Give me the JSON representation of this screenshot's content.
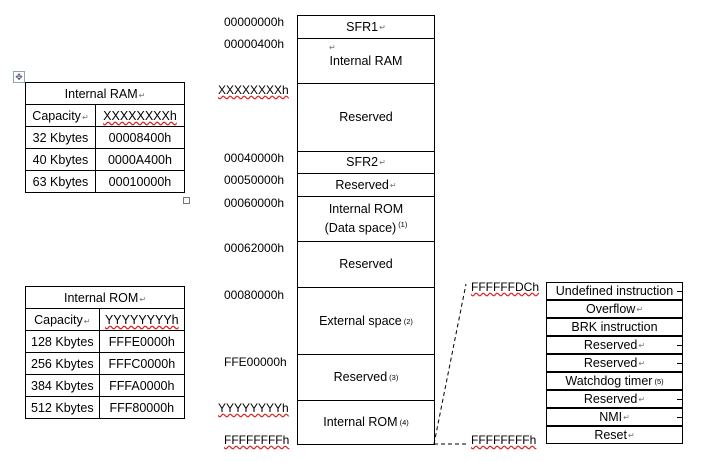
{
  "ram_table": {
    "title": "Internal RAM",
    "header": [
      "Capacity",
      "XXXXXXXXh"
    ],
    "rows": [
      [
        "32 Kbytes",
        "00008400h"
      ],
      [
        "40 Kbytes",
        "0000A400h"
      ],
      [
        "63 Kbytes",
        "00010000h"
      ]
    ]
  },
  "rom_table": {
    "title": "Internal ROM",
    "header": [
      "Capacity",
      "YYYYYYYYh"
    ],
    "rows": [
      [
        "128 Kbytes",
        "FFFE0000h"
      ],
      [
        "256 Kbytes",
        "FFFC0000h"
      ],
      [
        "384 Kbytes",
        "FFFA0000h"
      ],
      [
        "512 Kbytes",
        "FFF80000h"
      ]
    ]
  },
  "memory_map": {
    "addresses": [
      "00000000h",
      "00000400h",
      "XXXXXXXXh",
      "00040000h",
      "00050000h",
      "00060000h",
      "00062000h",
      "00080000h",
      "FFE00000h",
      "YYYYYYYYh",
      "FFFFFFFFh"
    ],
    "blocks": [
      {
        "label": "SFR1",
        "note": ""
      },
      {
        "label": "Internal RAM",
        "note": ""
      },
      {
        "label": "Reserved",
        "note": ""
      },
      {
        "label": "SFR2",
        "note": ""
      },
      {
        "label": "Reserved",
        "note": ""
      },
      {
        "label": "Internal ROM",
        "label2": "(Data space)",
        "note": "(1)"
      },
      {
        "label": "Reserved",
        "note": ""
      },
      {
        "label": "External space",
        "note": "(2)"
      },
      {
        "label": "Reserved",
        "note": "(3)"
      },
      {
        "label": "Internal ROM",
        "note": "(4)"
      }
    ]
  },
  "vector_table": {
    "start_address": "FFFFFFDCh",
    "end_address": "FFFFFFFFh",
    "entries": [
      {
        "label": "Undefined instruction",
        "note": ""
      },
      {
        "label": "Overflow",
        "note": ""
      },
      {
        "label": "BRK instruction",
        "note": ""
      },
      {
        "label": "Reserved",
        "note": ""
      },
      {
        "label": "Reserved",
        "note": ""
      },
      {
        "label": "Watchdog timer",
        "note": "(5)"
      },
      {
        "label": "Reserved",
        "note": ""
      },
      {
        "label": "NMI",
        "note": ""
      },
      {
        "label": "Reset",
        "note": ""
      }
    ]
  }
}
